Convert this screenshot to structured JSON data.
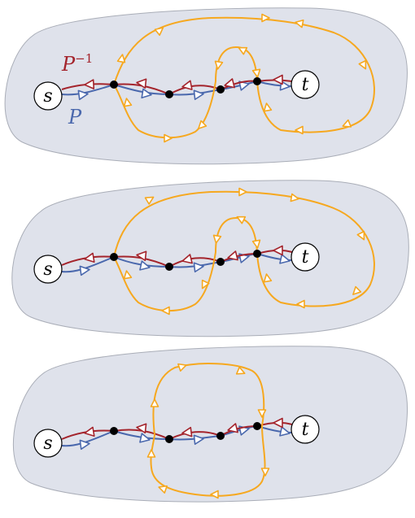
{
  "colors": {
    "region_fill": "#dfe2eb",
    "region_stroke": "#a9adb7",
    "path_p": "#4a68ad",
    "path_p_inverse": "#a4242c",
    "cycle": "#f6a81f",
    "vertex": "#000000"
  },
  "panels": [
    {
      "source_label": "s",
      "target_label": "t",
      "p_inverse_label": "P",
      "p_inverse_exponent": "−1",
      "p_label": "P"
    },
    {
      "source_label": "s",
      "target_label": "t"
    },
    {
      "source_label": "s",
      "target_label": "t"
    }
  ]
}
